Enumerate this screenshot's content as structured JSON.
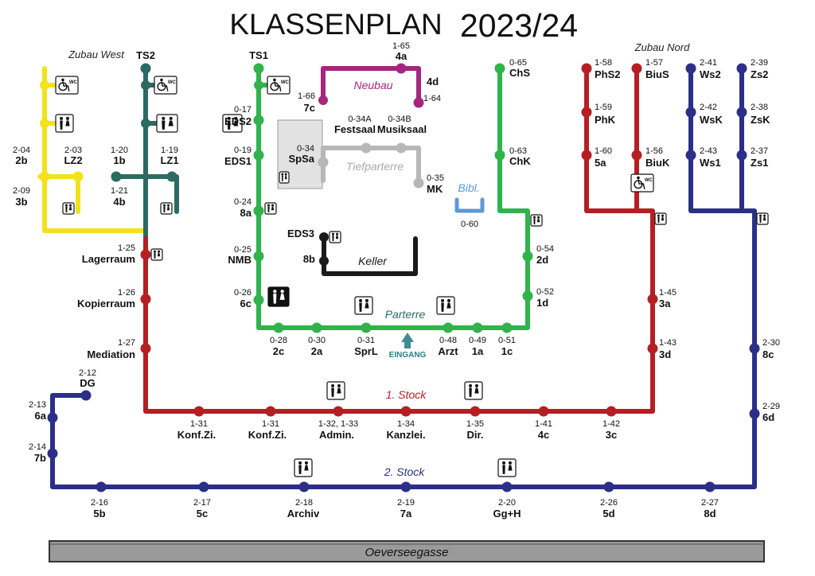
{
  "title": {
    "main": "KLASSENPLAN",
    "year": "2023/24"
  },
  "areas": {
    "zubau_west": "Zubau West",
    "zubau_nord": "Zubau Nord",
    "neubau": "Neubau",
    "tiefparterre": "Tiefparterre",
    "keller": "Keller",
    "parterre": "Parterre",
    "stock1": "1. Stock",
    "stock2": "2. Stock",
    "bibl": "Bibl.",
    "eingang": "EINGANG",
    "street": "Oeverseegasse"
  },
  "colors": {
    "yellow": "#f2e21e",
    "teal": "#2b6b63",
    "green": "#2fb34a",
    "magenta": "#a4267f",
    "grey": "#b7b7b7",
    "black": "#1a1a1a",
    "red": "#b51f24",
    "navy": "#2b2f88",
    "blue": "#5b9bd5",
    "street": "#9a9a9a"
  },
  "stations": [
    {
      "id": "ts2",
      "code": "",
      "name": "TS2"
    },
    {
      "id": "2b",
      "code": "2-04",
      "name": "2b"
    },
    {
      "id": "lz2",
      "code": "2-03",
      "name": "LZ2"
    },
    {
      "id": "3b",
      "code": "2-09",
      "name": "3b"
    },
    {
      "id": "1b",
      "code": "1-20",
      "name": "1b"
    },
    {
      "id": "lz1",
      "code": "1-19",
      "name": "LZ1"
    },
    {
      "id": "4b",
      "code": "1-21",
      "name": "4b"
    },
    {
      "id": "ts1",
      "code": "",
      "name": "TS1"
    },
    {
      "id": "eds2",
      "code": "0-17",
      "name": "EDS2"
    },
    {
      "id": "eds1",
      "code": "0-19",
      "name": "EDS1"
    },
    {
      "id": "8a",
      "code": "0-24",
      "name": "8a"
    },
    {
      "id": "nmb",
      "code": "0-25",
      "name": "NMB"
    },
    {
      "id": "6c",
      "code": "0-26",
      "name": "6c"
    },
    {
      "id": "7c",
      "code": "1-66",
      "name": "7c"
    },
    {
      "id": "4a",
      "code": "1-65",
      "name": "4a"
    },
    {
      "id": "4d",
      "code": "1-64",
      "name": "4d"
    },
    {
      "id": "festsaal",
      "code": "0-34A",
      "name": "Festsaal"
    },
    {
      "id": "musiksaal",
      "code": "0-34B",
      "name": "Musiksaal"
    },
    {
      "id": "spsa",
      "code": "0-34",
      "name": "SpSa"
    },
    {
      "id": "mk",
      "code": "0-35",
      "name": "MK"
    },
    {
      "id": "bib",
      "code": "0-60",
      "name": ""
    },
    {
      "id": "eds3",
      "code": "",
      "name": "EDS3"
    },
    {
      "id": "8b",
      "code": "",
      "name": "8b"
    },
    {
      "id": "chs",
      "code": "0-65",
      "name": "ChS"
    },
    {
      "id": "chk",
      "code": "0-63",
      "name": "ChK"
    },
    {
      "id": "2d",
      "code": "0-54",
      "name": "2d"
    },
    {
      "id": "1d",
      "code": "0-52",
      "name": "1d"
    },
    {
      "id": "2c",
      "code": "0-28",
      "name": "2c"
    },
    {
      "id": "2a",
      "code": "0-30",
      "name": "2a"
    },
    {
      "id": "sprl",
      "code": "0-31",
      "name": "SprL"
    },
    {
      "id": "arzt",
      "code": "0-48",
      "name": "Arzt"
    },
    {
      "id": "1a",
      "code": "0-49",
      "name": "1a"
    },
    {
      "id": "1c",
      "code": "0-51",
      "name": "1c"
    },
    {
      "id": "phs2",
      "code": "1-58",
      "name": "PhS2"
    },
    {
      "id": "bius",
      "code": "1-57",
      "name": "BiuS"
    },
    {
      "id": "phk",
      "code": "1-59",
      "name": "PhK"
    },
    {
      "id": "5a",
      "code": "1-60",
      "name": "5a"
    },
    {
      "id": "biuk",
      "code": "1-56",
      "name": "BiuK"
    },
    {
      "id": "ws2",
      "code": "2-41",
      "name": "Ws2"
    },
    {
      "id": "zs2",
      "code": "2-39",
      "name": "Zs2"
    },
    {
      "id": "wsk",
      "code": "2-42",
      "name": "WsK"
    },
    {
      "id": "zsk",
      "code": "2-38",
      "name": "ZsK"
    },
    {
      "id": "ws1",
      "code": "2-43",
      "name": "Ws1"
    },
    {
      "id": "zs1",
      "code": "2-37",
      "name": "Zs1"
    },
    {
      "id": "lager",
      "code": "1-25",
      "name": "Lagerraum"
    },
    {
      "id": "kopier",
      "code": "1-26",
      "name": "Kopierraum"
    },
    {
      "id": "mediation",
      "code": "1-27",
      "name": "Mediation"
    },
    {
      "id": "3a",
      "code": "1-45",
      "name": "3a"
    },
    {
      "id": "3d",
      "code": "1-43",
      "name": "3d"
    },
    {
      "id": "konf1",
      "code": "1-31",
      "name": "Konf.Zi."
    },
    {
      "id": "konf2",
      "code": "1-31",
      "name": "Konf.Zi."
    },
    {
      "id": "admin",
      "code": "1-32, 1-33",
      "name": "Admin."
    },
    {
      "id": "kanzlei",
      "code": "1-34",
      "name": "Kanzlei."
    },
    {
      "id": "dir",
      "code": "1-35",
      "name": "Dir."
    },
    {
      "id": "4c",
      "code": "1-41",
      "name": "4c"
    },
    {
      "id": "3c",
      "code": "1-42",
      "name": "3c"
    },
    {
      "id": "dg",
      "code": "2-12",
      "name": "DG"
    },
    {
      "id": "6a",
      "code": "2-13",
      "name": "6a"
    },
    {
      "id": "7b",
      "code": "2-14",
      "name": "7b"
    },
    {
      "id": "8c",
      "code": "2-30",
      "name": "8c"
    },
    {
      "id": "6d",
      "code": "2-29",
      "name": "6d"
    },
    {
      "id": "5b",
      "code": "2-16",
      "name": "5b"
    },
    {
      "id": "5c",
      "code": "2-17",
      "name": "5c"
    },
    {
      "id": "archiv",
      "code": "2-18",
      "name": "Archiv"
    },
    {
      "id": "7a",
      "code": "2-19",
      "name": "7a"
    },
    {
      "id": "gg",
      "code": "2-20",
      "name": "Gg+H"
    },
    {
      "id": "5d",
      "code": "2-26",
      "name": "5d"
    },
    {
      "id": "8d",
      "code": "2-27",
      "name": "8d"
    }
  ]
}
